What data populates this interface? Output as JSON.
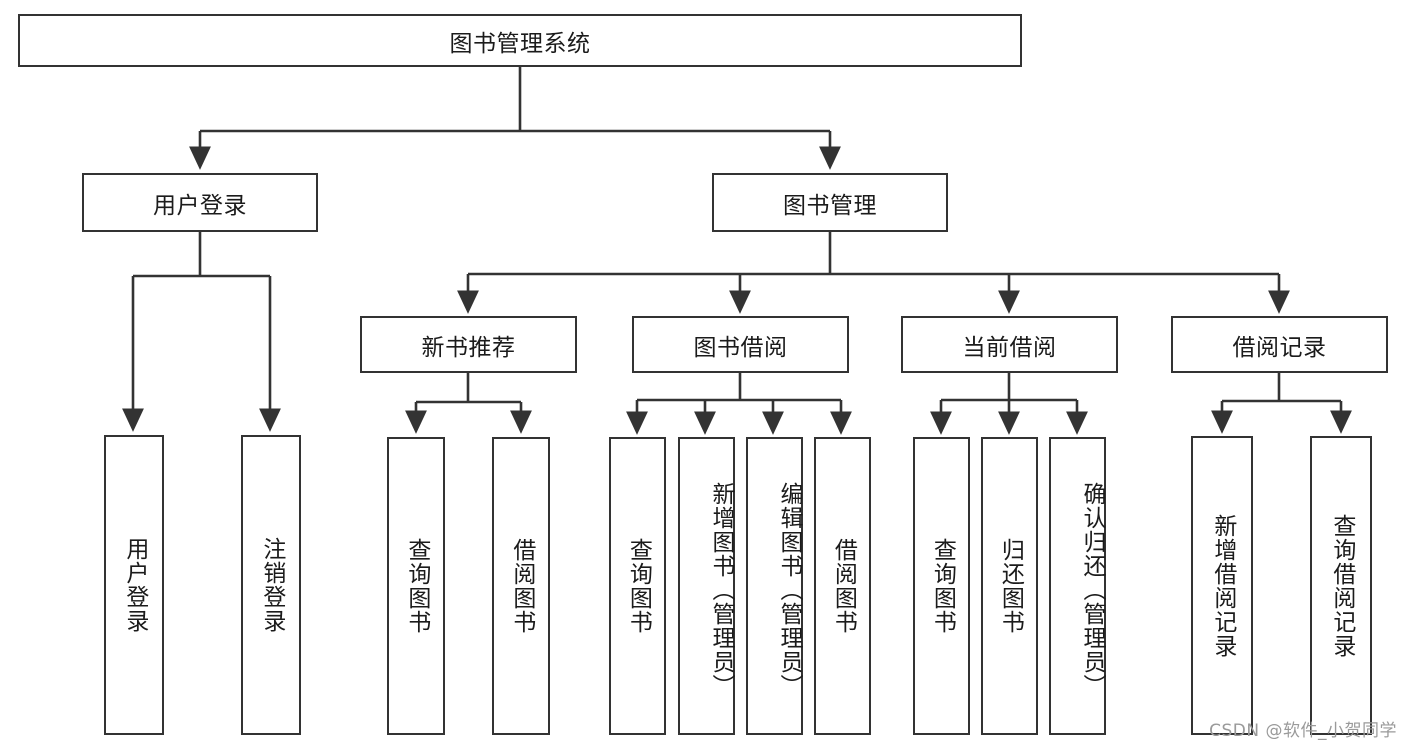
{
  "diagram": {
    "title_node": {
      "label": "图书管理系统"
    },
    "level2": [
      {
        "id": "user-login",
        "label": "用户登录"
      },
      {
        "id": "book-management",
        "label": "图书管理"
      }
    ],
    "level3": [
      {
        "id": "new-book-recommend",
        "label": "新书推荐"
      },
      {
        "id": "book-borrow",
        "label": "图书借阅"
      },
      {
        "id": "current-borrow",
        "label": "当前借阅"
      },
      {
        "id": "borrow-record",
        "label": "借阅记录"
      }
    ],
    "leaves": [
      {
        "id": "leaf-user-login",
        "label": "用户登录"
      },
      {
        "id": "leaf-logout-login",
        "label": "注销登录"
      },
      {
        "id": "leaf-query-books-1",
        "label": "查询图书"
      },
      {
        "id": "leaf-borrow-books-1",
        "label": "借阅图书"
      },
      {
        "id": "leaf-query-books-2",
        "label": "查询图书"
      },
      {
        "id": "leaf-add-book-admin",
        "label": "新增图书（管理员）"
      },
      {
        "id": "leaf-edit-book-admin",
        "label": "编辑图书（管理员）"
      },
      {
        "id": "leaf-borrow-books-2",
        "label": "借阅图书"
      },
      {
        "id": "leaf-query-books-3",
        "label": "查询图书"
      },
      {
        "id": "leaf-return-books",
        "label": "归还图书"
      },
      {
        "id": "leaf-confirm-return-admin",
        "label": "确认归还（管理员）"
      },
      {
        "id": "leaf-add-borrow-record",
        "label": "新增借阅记录"
      },
      {
        "id": "leaf-query-borrow-record",
        "label": "查询借阅记录"
      }
    ],
    "watermark": "CSDN @软件_小贺同学",
    "colors": {
      "stroke": "#333333",
      "fill": "#ffffff",
      "text": "#1b1b1b",
      "watermark": "#9a9a9a"
    }
  }
}
